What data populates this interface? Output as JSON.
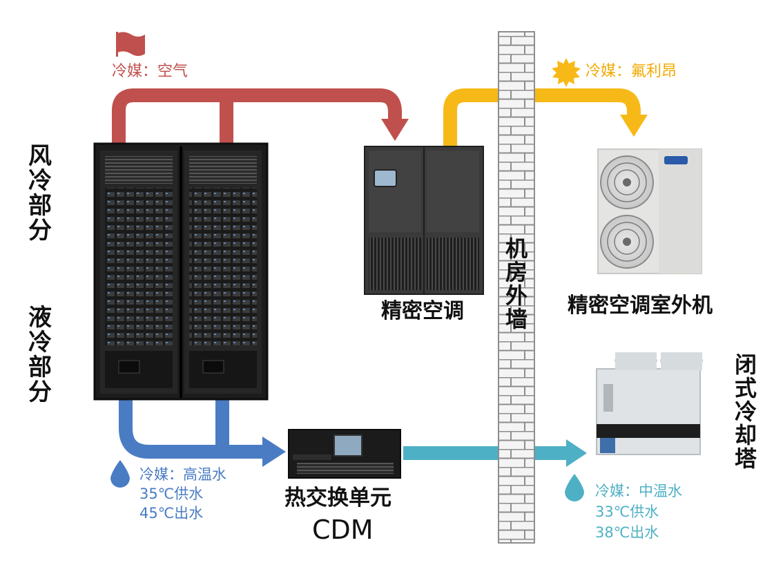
{
  "labels": {
    "air_medium": "冷媒：空气",
    "freon_medium": "冷媒：氟利昂",
    "air_section": "风冷部分",
    "liquid_section": "液冷部分",
    "precision_ac": "精密空调",
    "outdoor_unit": "精密空调室外机",
    "wall": "机房外墙",
    "cdm_name": "热交换单元",
    "cdm_code": "CDM",
    "cooling_tower": "闭式冷却塔",
    "high_temp_medium": "冷媒：高温水",
    "high_temp_supply": "35℃供水",
    "high_temp_return": "45℃出水",
    "mid_temp_medium": "冷媒：中温水",
    "mid_temp_supply": "33℃供水",
    "mid_temp_return": "38℃出水"
  },
  "colors": {
    "air": "#c0504d",
    "freon": "#f7b918",
    "hot_water": "#4a7cc3",
    "warm_water": "#4eb0c4",
    "wall_brick": "#9a9a9a"
  },
  "icons": {
    "air": "flag-icon",
    "freon": "sun-icon",
    "hot_water": "water-drop-icon",
    "warm_water": "water-drop-icon"
  }
}
